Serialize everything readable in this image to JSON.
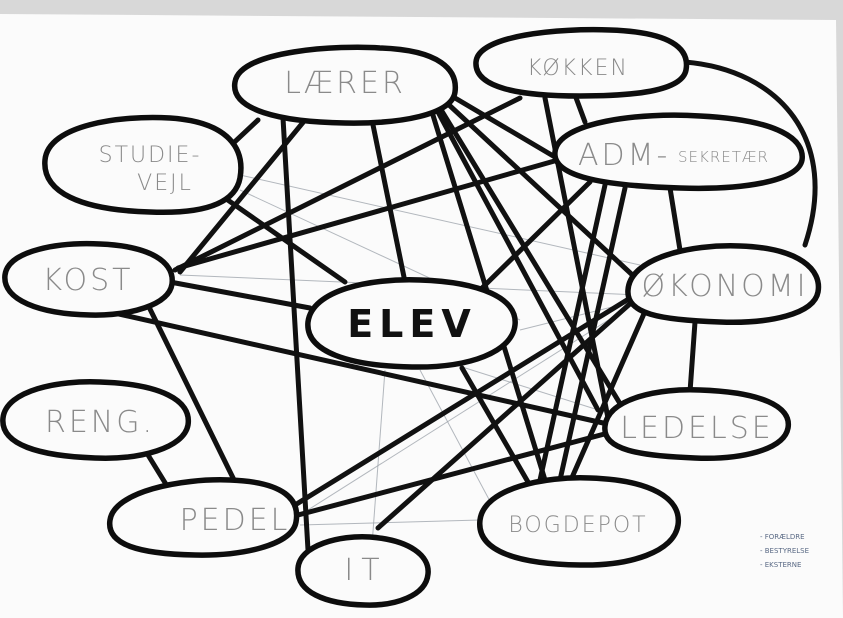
{
  "nodes": {
    "elev": "ELEV",
    "laerer": "LÆRER",
    "kokken": "KØKKEN",
    "studie_line1": "STUDIE-",
    "studie_line2": "VEJL",
    "adm": "ADM-",
    "adm_suffix": "SEKRETÆR",
    "kost": "KOST",
    "okonomi": "ØKONOMI",
    "reng": "RENG.",
    "ledelse": "LEDELSE",
    "pedel": "PEDEL",
    "bogdepot": "BOGDEPOT",
    "it": "IT"
  },
  "notes": [
    "- FORÆLDRE",
    "- BESTYRELSE",
    "- EKSTERNE"
  ],
  "colors": {
    "ink": "#111111",
    "label": "#8a8a8a",
    "paper": "#fbfbfb",
    "note_ink": "#5a6a85"
  }
}
